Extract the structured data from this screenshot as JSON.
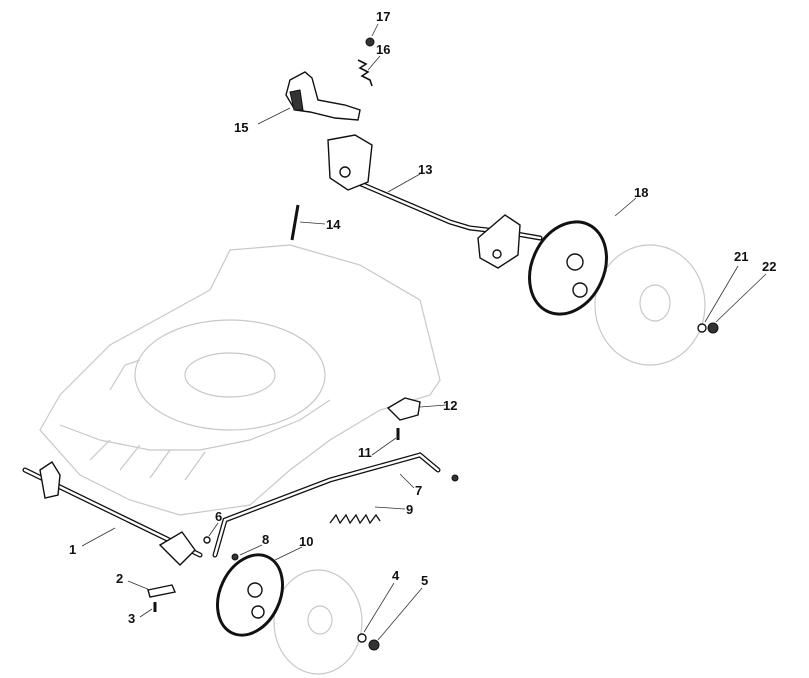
{
  "diagram": {
    "callouts": {
      "c1": "1",
      "c2": "2",
      "c3": "3",
      "c4": "4",
      "c5": "5",
      "c6": "6",
      "c7": "7",
      "c8": "8",
      "c9": "9",
      "c10": "10",
      "c11": "11",
      "c12": "12",
      "c13": "13",
      "c14": "14",
      "c15": "15",
      "c16": "16",
      "c17": "17",
      "c18": "18",
      "c21": "21",
      "c22": "22"
    }
  }
}
